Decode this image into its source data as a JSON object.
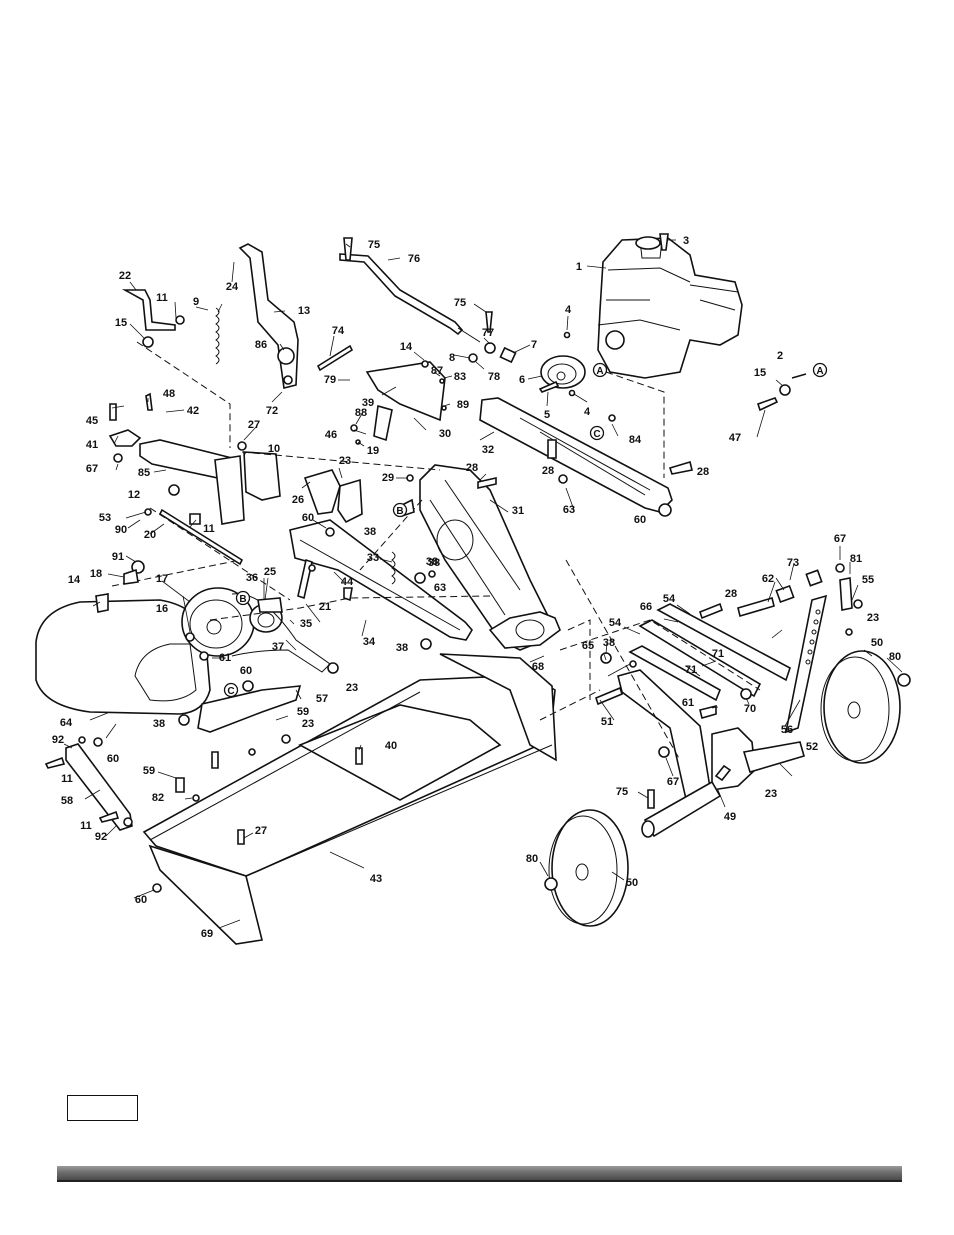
{
  "diagram": {
    "callouts": [
      "1",
      "2",
      "3",
      "4",
      "4",
      "5",
      "6",
      "7",
      "8",
      "9",
      "10",
      "11",
      "11",
      "11",
      "11",
      "12",
      "13",
      "14",
      "14",
      "15",
      "15",
      "16",
      "17",
      "18",
      "19",
      "20",
      "21",
      "22",
      "23",
      "23",
      "23",
      "23",
      "23",
      "24",
      "25",
      "26",
      "27",
      "27",
      "28",
      "28",
      "28",
      "28",
      "29",
      "30",
      "31",
      "32",
      "33",
      "34",
      "35",
      "36",
      "37",
      "38",
      "38",
      "38",
      "38",
      "38",
      "38",
      "39",
      "40",
      "41",
      "42",
      "43",
      "44",
      "45",
      "46",
      "47",
      "48",
      "49",
      "50",
      "50",
      "51",
      "52",
      "53",
      "54",
      "54",
      "55",
      "56",
      "57",
      "58",
      "59",
      "59",
      "60",
      "60",
      "60",
      "60",
      "60",
      "61",
      "61",
      "62",
      "63",
      "63",
      "64",
      "65",
      "66",
      "67",
      "67",
      "67",
      "68",
      "69",
      "70",
      "71",
      "71",
      "72",
      "73",
      "74",
      "75",
      "75",
      "75",
      "76",
      "77",
      "78",
      "79",
      "80",
      "80",
      "81",
      "82",
      "83",
      "84",
      "85",
      "86",
      "87",
      "88",
      "89",
      "90",
      "91",
      "92",
      "92"
    ],
    "connection_markers": [
      "A",
      "A",
      "B",
      "B",
      "C",
      "C"
    ]
  },
  "footer": {
    "page_number": ""
  }
}
